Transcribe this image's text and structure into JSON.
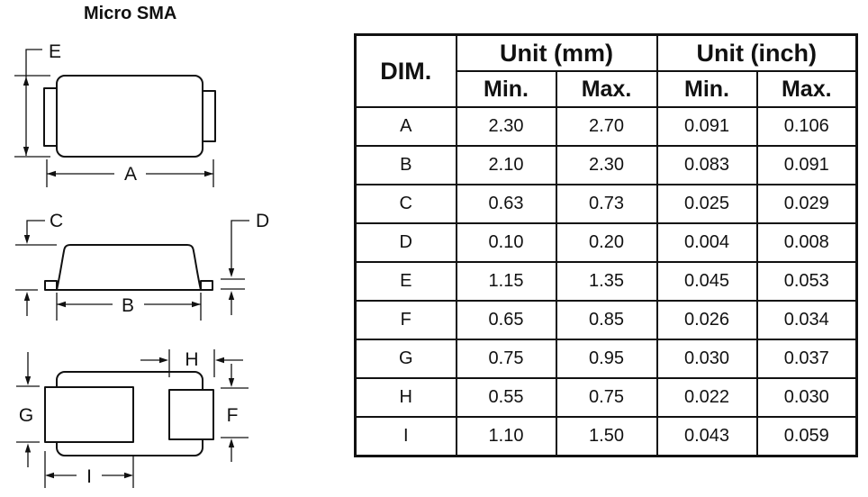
{
  "title": "Micro SMA",
  "diagrams": {
    "top_view": {
      "labels": {
        "E": "E",
        "A": "A"
      }
    },
    "side_view": {
      "labels": {
        "C": "C",
        "D": "D",
        "B": "B"
      }
    },
    "bottom_view": {
      "labels": {
        "G": "G",
        "F": "F",
        "H": "H",
        "I": "I"
      }
    }
  },
  "table": {
    "header": {
      "dim": "DIM.",
      "unit_mm": "Unit (mm)",
      "unit_inch": "Unit (inch)",
      "mm_min": "Min.",
      "mm_max": "Max.",
      "inch_min": "Min.",
      "inch_max": "Max."
    },
    "rows": [
      {
        "dim": "A",
        "mm_min": "2.30",
        "mm_max": "2.70",
        "inch_min": "0.091",
        "inch_max": "0.106"
      },
      {
        "dim": "B",
        "mm_min": "2.10",
        "mm_max": "2.30",
        "inch_min": "0.083",
        "inch_max": "0.091"
      },
      {
        "dim": "C",
        "mm_min": "0.63",
        "mm_max": "0.73",
        "inch_min": "0.025",
        "inch_max": "0.029"
      },
      {
        "dim": "D",
        "mm_min": "0.10",
        "mm_max": "0.20",
        "inch_min": "0.004",
        "inch_max": "0.008"
      },
      {
        "dim": "E",
        "mm_min": "1.15",
        "mm_max": "1.35",
        "inch_min": "0.045",
        "inch_max": "0.053"
      },
      {
        "dim": "F",
        "mm_min": "0.65",
        "mm_max": "0.85",
        "inch_min": "0.026",
        "inch_max": "0.034"
      },
      {
        "dim": "G",
        "mm_min": "0.75",
        "mm_max": "0.95",
        "inch_min": "0.030",
        "inch_max": "0.037"
      },
      {
        "dim": "H",
        "mm_min": "0.55",
        "mm_max": "0.75",
        "inch_min": "0.022",
        "inch_max": "0.030"
      },
      {
        "dim": "I",
        "mm_min": "1.10",
        "mm_max": "1.50",
        "inch_min": "0.043",
        "inch_max": "0.059"
      }
    ]
  },
  "colors": {
    "ink": "#111111",
    "background": "#ffffff"
  }
}
